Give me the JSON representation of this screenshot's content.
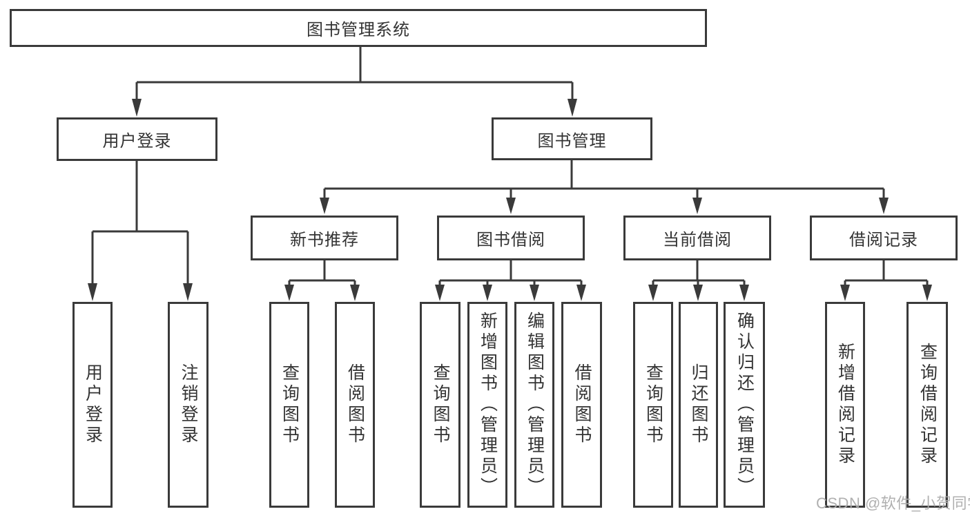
{
  "nodes": {
    "root": {
      "label": "图书管理系统"
    },
    "user_login": {
      "label": "用户登录",
      "children": [
        {
          "label": "用户登录"
        },
        {
          "label": "注销登录"
        }
      ]
    },
    "book_mgmt": {
      "label": "图书管理",
      "children": [
        {
          "label": "新书推荐",
          "children": [
            {
              "label": "查询图书"
            },
            {
              "label": "借阅图书"
            }
          ]
        },
        {
          "label": "图书借阅",
          "children": [
            {
              "label": "查询图书"
            },
            {
              "label": "新增图书（管理员）"
            },
            {
              "label": "编辑图书（管理员）"
            },
            {
              "label": "借阅图书"
            }
          ]
        },
        {
          "label": "当前借阅",
          "children": [
            {
              "label": "查询图书"
            },
            {
              "label": "归还图书"
            },
            {
              "label": "确认归还（管理员）"
            }
          ]
        },
        {
          "label": "借阅记录",
          "children": [
            {
              "label": "新增借阅记录"
            },
            {
              "label": "查询借阅记录"
            }
          ]
        }
      ]
    }
  },
  "watermark": {
    "text": "CSDN @软件_小贺同学"
  },
  "colors": {
    "line": "#3a3a3a",
    "text": "#333333",
    "watermark": "#acacac",
    "background": "#ffffff"
  }
}
